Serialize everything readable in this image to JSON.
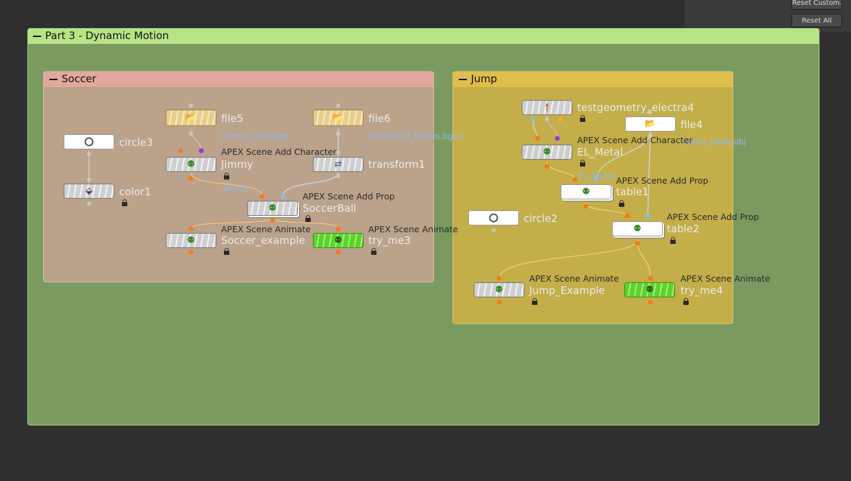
{
  "panel": {
    "reset_custom": "Reset Custom...",
    "reset_all": "Reset All"
  },
  "boxes": {
    "part3": {
      "title": "Part 3 - Dynamic Motion",
      "header_color": "#b6e487",
      "body_color": "#7b9a60"
    },
    "soccer": {
      "title": "Soccer",
      "header_color": "#e3a89d",
      "body_color": "#bba28a"
    },
    "jump": {
      "title": "Jump",
      "header_color": "#e1bd4c",
      "body_color": "#c3ae49"
    }
  },
  "nodes": {
    "circle3": {
      "name": "circle3"
    },
    "color1": {
      "name": "color1"
    },
    "file5": {
      "name": "file5",
      "path": "jimmy_v03.bgeo"
    },
    "jimmy": {
      "type": "APEX Scene Add Character",
      "name": "Jimmy"
    },
    "file6": {
      "name": "file6",
      "path": "soccerball_tootes.bgeo"
    },
    "transform1": {
      "name": "transform1"
    },
    "soccerball": {
      "type": "APEX Scene Add Prop",
      "name": "SoccerBall",
      "wire_label": "Jimmy"
    },
    "soccer_example": {
      "type": "APEX Scene Animate",
      "name": "Soccer_example"
    },
    "try_me3": {
      "type": "APEX Scene Animate",
      "name": "try_me3"
    },
    "testgeometry_electra4": {
      "name": "testgeometry_electra4"
    },
    "file4": {
      "name": "file4",
      "path": "dining_table.obj"
    },
    "el_metal": {
      "type": "APEX Scene Add Character",
      "name": "EL_Metal",
      "wire_label": "EL_Metal"
    },
    "table1": {
      "type": "APEX Scene Add Prop",
      "name": "table1"
    },
    "circle2": {
      "name": "circle2"
    },
    "table2": {
      "type": "APEX Scene Add Prop",
      "name": "table2"
    },
    "jump_example": {
      "type": "APEX Scene Animate",
      "name": "Jump_Example"
    },
    "try_me4": {
      "type": "APEX Scene Animate",
      "name": "try_me4"
    }
  },
  "icons": {
    "file": "folder-icon",
    "apex": "apex-figure-icon",
    "color": "paint-bucket-icon",
    "transform": "transform-arrows-icon",
    "testgeo": "arrow-up-icon",
    "circle": "circle-icon",
    "animate": "animate-figure-icon"
  }
}
